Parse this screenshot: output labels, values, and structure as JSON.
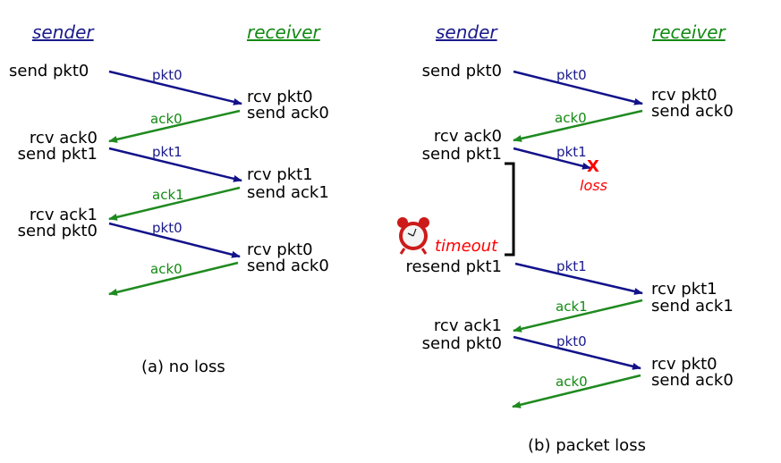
{
  "colors": {
    "sender": "#1a1a8c",
    "receiver": "#138a13",
    "packet_arrow": "#12128a",
    "ack_arrow": "#1f8a1f",
    "loss": "#ff0000",
    "text": "#000000"
  },
  "panel_a": {
    "sender_header": "sender",
    "receiver_header": "receiver",
    "caption": "(a) no loss",
    "sender_events": [
      "send pkt0",
      "rcv ack0",
      "send pkt1",
      "rcv ack1",
      "send pkt0"
    ],
    "receiver_events": [
      "rcv pkt0",
      "send ack0",
      "rcv pkt1",
      "send ack1",
      "rcv pkt0",
      "send ack0"
    ],
    "messages": [
      "pkt0",
      "ack0",
      "pkt1",
      "ack1",
      "pkt0",
      "ack0"
    ]
  },
  "panel_b": {
    "sender_header": "sender",
    "receiver_header": "receiver",
    "caption": "(b) packet loss",
    "sender_events": [
      "send pkt0",
      "rcv ack0",
      "send pkt1",
      "resend pkt1",
      "rcv ack1",
      "send pkt0"
    ],
    "receiver_events": [
      "rcv pkt0",
      "send ack0",
      "rcv pkt1",
      "send ack1",
      "rcv pkt0",
      "send ack0"
    ],
    "messages": [
      "pkt0",
      "ack0",
      "pkt1",
      "pkt1",
      "ack1",
      "pkt0",
      "ack0"
    ],
    "loss_mark": "X",
    "loss_label": "loss",
    "timeout_label": "timeout",
    "timer_icon": "alarm-clock-icon"
  }
}
